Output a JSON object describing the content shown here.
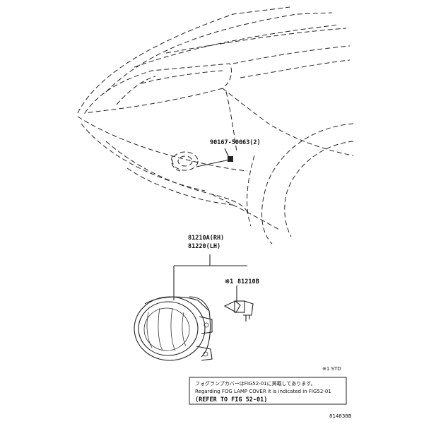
{
  "parts": {
    "bolt": "90167-50063(2)",
    "fog_rh": "81210A(RH)",
    "fog_lh": "81220(LH)",
    "bulb": "81210B",
    "bulb_mark": "※1"
  },
  "legend": {
    "footnote": "※1 STD"
  },
  "note": {
    "line_jp": "フォグランプカバーはFIG52-01に掲載してあります。",
    "line_en": "Regarding FOG LAMP COVER it is indicated in FIG52-01",
    "line_ref": "(REFER TO FIG 52-01)"
  },
  "figure_id": "814838B"
}
